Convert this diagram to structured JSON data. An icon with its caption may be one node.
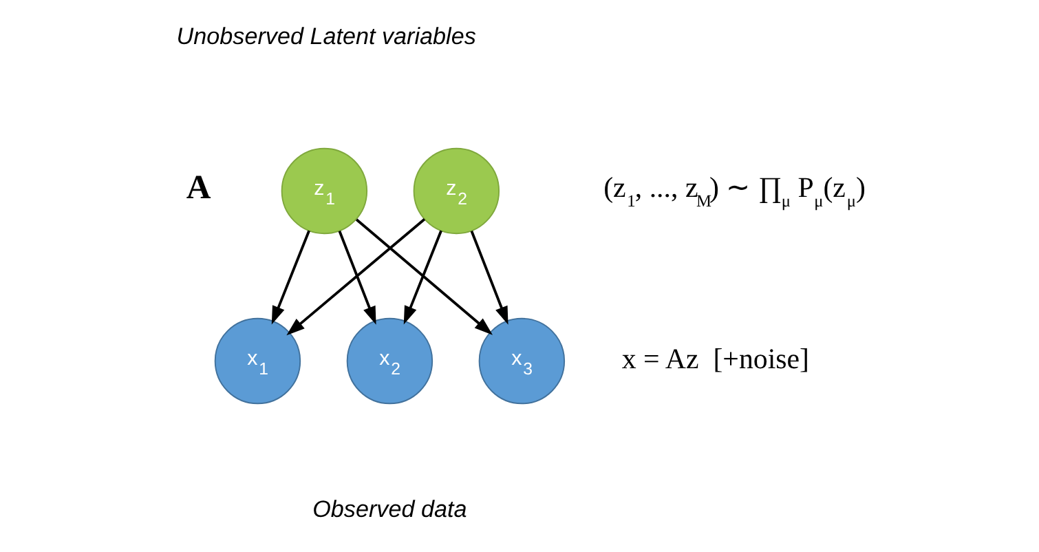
{
  "diagram": {
    "nodes": [
      {
        "text": [
          "z$_{1}$"
        ]
      },
      {
        "text": [
          "z$_{2}$"
        ]
      },
      {
        "text": [
          "x$_{1}$"
        ]
      },
      {
        "text": [
          "x$_{2}$"
        ]
      },
      {
        "text": [
          "x$_{3}$"
        ]
      }
    ],
    "edges": [
      {
        "from": 0,
        "to": 2,
        "arrow": "to"
      },
      {
        "from": 0,
        "to": 3,
        "arrow": "to"
      },
      {
        "from": 0,
        "to": 4,
        "arrow": "to"
      },
      {
        "from": 1,
        "to": 2,
        "arrow": "to"
      },
      {
        "from": 1,
        "to": 3,
        "arrow": "to"
      },
      {
        "from": 1,
        "to": 4,
        "arrow": "to"
      }
    ],
    "labels": [
      "Unobserved Latent variables",
      "(z$_{1}$, ..., z$_{M}$) ∼ ∏$_{μ}$ P$_{μ}$(z$_{μ}$)",
      "A",
      "x = Az  [+noise]",
      "Observed data"
    ]
  }
}
